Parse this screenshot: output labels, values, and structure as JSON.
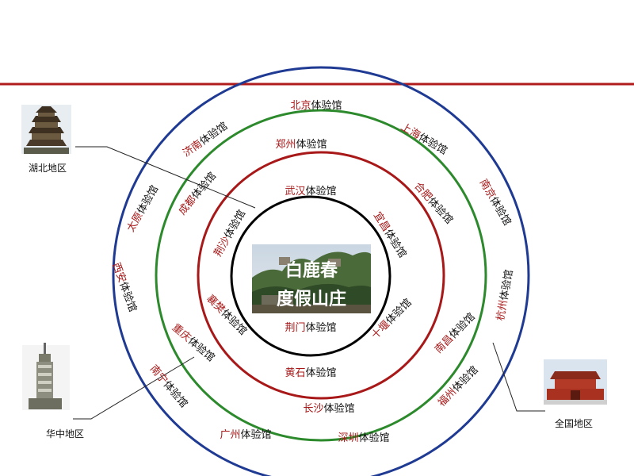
{
  "colors": {
    "top_rule": "#b01c1c",
    "outer_ring": "#1f3a93",
    "middle_ring": "#2c8a2c",
    "inner_ring": "#a81818",
    "core_ring": "#000000",
    "city_text": "#a81818",
    "suffix_text": "#111111"
  },
  "suffix": "体验馆",
  "center": {
    "line1": "白鹿春",
    "line2": "度假山庄",
    "image": "resort-photo"
  },
  "rings": {
    "inner": [
      {
        "city": "武汉"
      },
      {
        "city": "宜昌"
      },
      {
        "city": "十堰"
      },
      {
        "city": "黄石"
      },
      {
        "city": "襄樊"
      },
      {
        "city": "荆沙"
      },
      {
        "city": "荆门"
      }
    ],
    "middle": [
      {
        "city": "郑州"
      },
      {
        "city": "合肥"
      },
      {
        "city": "南昌"
      },
      {
        "city": "长沙"
      },
      {
        "city": "重庆"
      },
      {
        "city": "成都"
      }
    ],
    "outer": [
      {
        "city": "北京"
      },
      {
        "city": "上海"
      },
      {
        "city": "南京"
      },
      {
        "city": "杭州"
      },
      {
        "city": "福州"
      },
      {
        "city": "深圳"
      },
      {
        "city": "广州"
      },
      {
        "city": "南宁"
      },
      {
        "city": "西安"
      },
      {
        "city": "太原"
      },
      {
        "city": "济南"
      }
    ]
  },
  "regions": [
    {
      "label": "湖北地区",
      "icon": "yellow-crane-tower-icon"
    },
    {
      "label": "华中地区",
      "icon": "tv-tower-icon"
    },
    {
      "label": "全国地区",
      "icon": "tiananmen-icon"
    }
  ]
}
